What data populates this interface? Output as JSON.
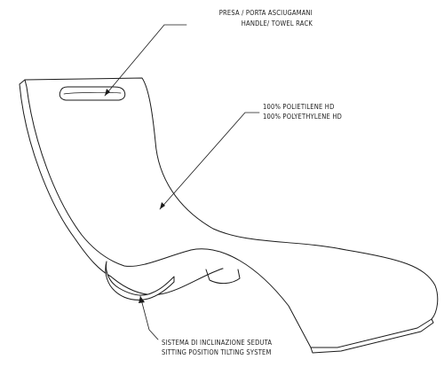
{
  "annotations": {
    "handle": {
      "italian": "PRESA / PORTA ASCIUGAMANI",
      "english": "HANDLE/ TOWEL RACK"
    },
    "material": {
      "italian": "100% POLIETILENE HD",
      "english": "100% POLYETHYLENE HD"
    },
    "tilt_system": {
      "italian": "SISTEMA DI INCLINAZIONE SEDUTA",
      "english": "SITTING POSITION TILTING SYSTEM"
    }
  },
  "colors": {
    "line": "#1a1a1a",
    "fill": "#ffffff"
  }
}
